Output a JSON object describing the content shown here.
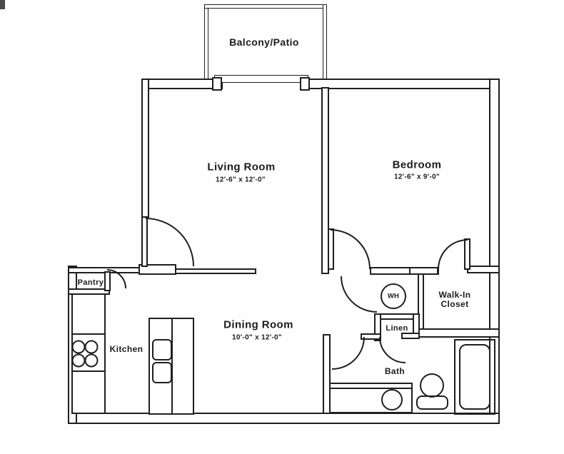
{
  "meta": {
    "drawing_type": "apartment floor plan",
    "ink_color": "#1f1f1f",
    "paper_color": "#ffffff"
  },
  "rooms": {
    "balcony": {
      "label": "Balcony/Patio"
    },
    "living": {
      "label": "Living Room",
      "dims": "12'-6\" x 12'-0\""
    },
    "bedroom": {
      "label": "Bedroom",
      "dims": "12'-6\" x 9'-0\""
    },
    "dining": {
      "label": "Dining Room",
      "dims": "10'-0\" x 12'-0\""
    },
    "kitchen": {
      "label": "Kitchen"
    },
    "pantry": {
      "label": "Pantry"
    },
    "water_heater": {
      "label": "WH"
    },
    "walk_in_closet": {
      "label_line1": "Walk-In",
      "label_line2": "Closet"
    },
    "linen": {
      "label": "Linen"
    },
    "bath": {
      "label": "Bath"
    }
  }
}
